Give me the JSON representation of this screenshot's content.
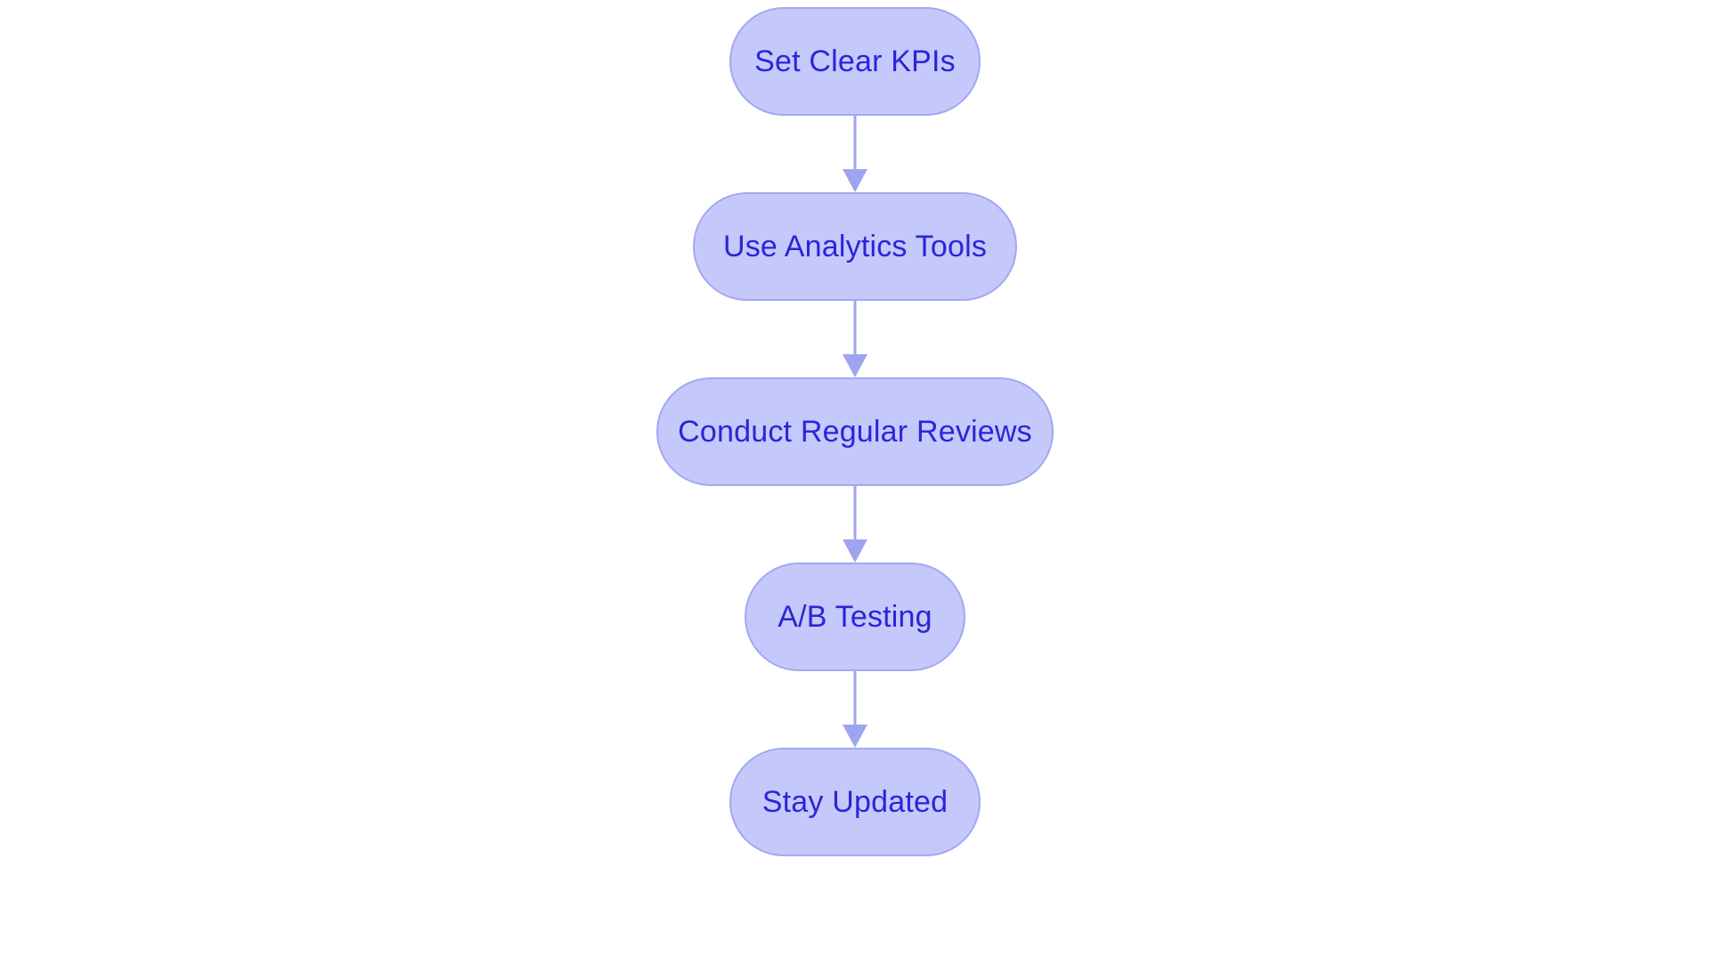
{
  "diagram": {
    "type": "flowchart",
    "orientation": "top-to-bottom",
    "title": "",
    "background_color": "#ffffff",
    "node_fill_color": "#c5c8fb",
    "node_border_color": "#a3a8f0",
    "node_text_color": "#2b25d8",
    "connector_color": "#9fa4f0",
    "node_shape": "stadium",
    "nodes": [
      {
        "id": "set-clear-kpis",
        "label": "Set Clear KPIs",
        "order": 1
      },
      {
        "id": "use-analytics-tools",
        "label": "Use Analytics Tools",
        "order": 2
      },
      {
        "id": "conduct-regular-reviews",
        "label": "Conduct Regular Reviews",
        "order": 3
      },
      {
        "id": "ab-testing",
        "label": "A/B Testing",
        "order": 4
      },
      {
        "id": "stay-updated",
        "label": "Stay Updated",
        "order": 5
      }
    ],
    "edges": [
      {
        "from": "set-clear-kpis",
        "to": "use-analytics-tools",
        "label": "",
        "arrow": "down"
      },
      {
        "from": "use-analytics-tools",
        "to": "conduct-regular-reviews",
        "label": "",
        "arrow": "down"
      },
      {
        "from": "conduct-regular-reviews",
        "to": "ab-testing",
        "label": "",
        "arrow": "down"
      },
      {
        "from": "ab-testing",
        "to": "stay-updated",
        "label": "",
        "arrow": "down"
      }
    ]
  }
}
